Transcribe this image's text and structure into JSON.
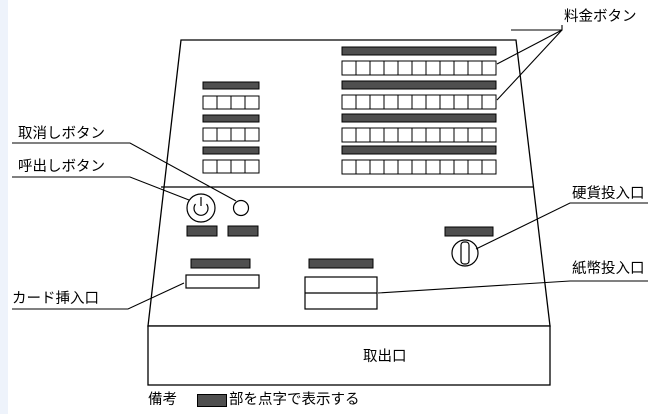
{
  "labels": {
    "fare_buttons": "料金ボタン",
    "cancel_button": "取消しボタン",
    "call_button": "呼出しボタン",
    "coin_slot": "硬貨投入口",
    "bill_slot": "紙幣投入口",
    "card_slot": "カード挿入口",
    "ticket_outlet": "取出口"
  },
  "note": {
    "prefix": "備考",
    "text": "部を点字で表示する"
  },
  "colors": {
    "braille_fill": "#4f4f4f",
    "line": "#000000"
  }
}
